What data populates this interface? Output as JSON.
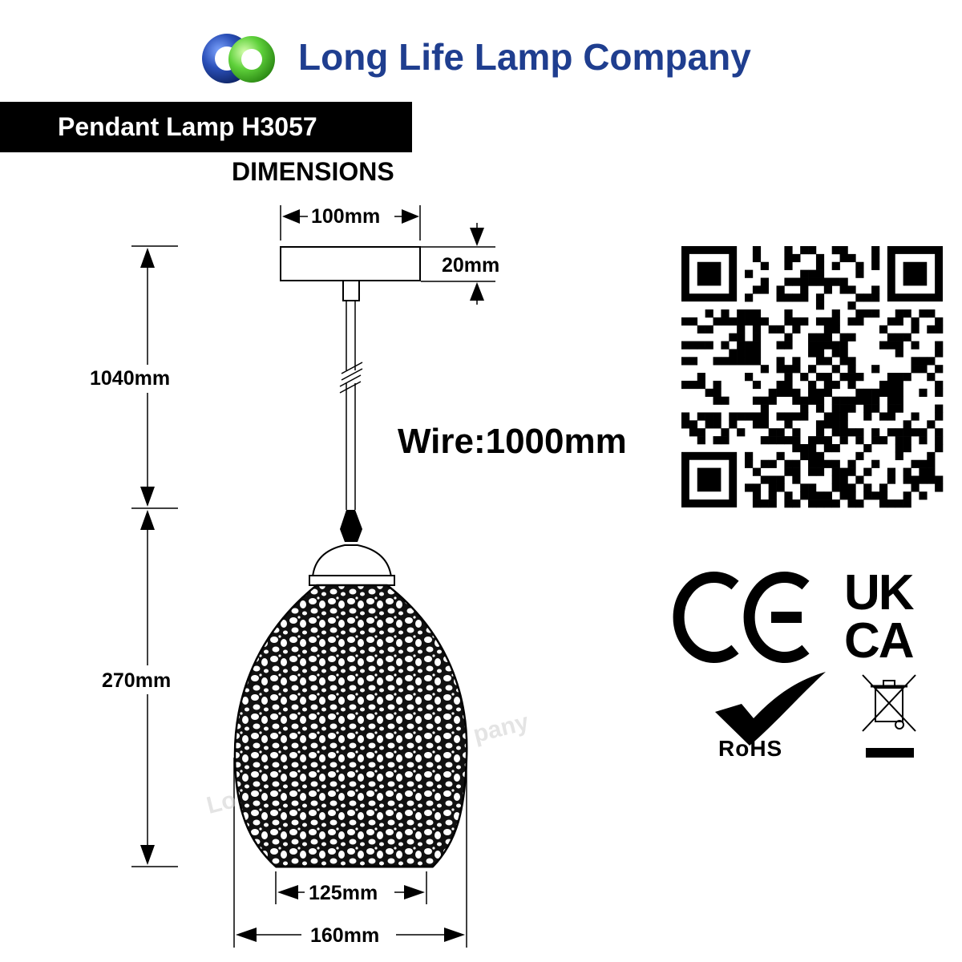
{
  "brand": {
    "name": "Long Life Lamp Company",
    "logo_colors": [
      "#1f3e8f",
      "#5fd13b"
    ]
  },
  "header": {
    "product_title": "Pendant Lamp H3057",
    "subtitle": "DIMENSIONS"
  },
  "dimensions": {
    "canopy_width": "100mm",
    "canopy_height": "20mm",
    "suspension_length": "1040mm",
    "shade_height": "270mm",
    "shade_bottom_width": "125mm",
    "shade_max_width": "160mm",
    "wire": "Wire:1000mm"
  },
  "certifications": {
    "ce": "CE",
    "ukca_line1": "UK",
    "ukca_line2": "CA",
    "rohs": "RoHS",
    "weee": "weee-crossed-bin-icon"
  },
  "watermark": {
    "left_fragment": "Lo",
    "right_fragment": "pany"
  },
  "qr": {
    "icon": "qr-code-icon"
  }
}
